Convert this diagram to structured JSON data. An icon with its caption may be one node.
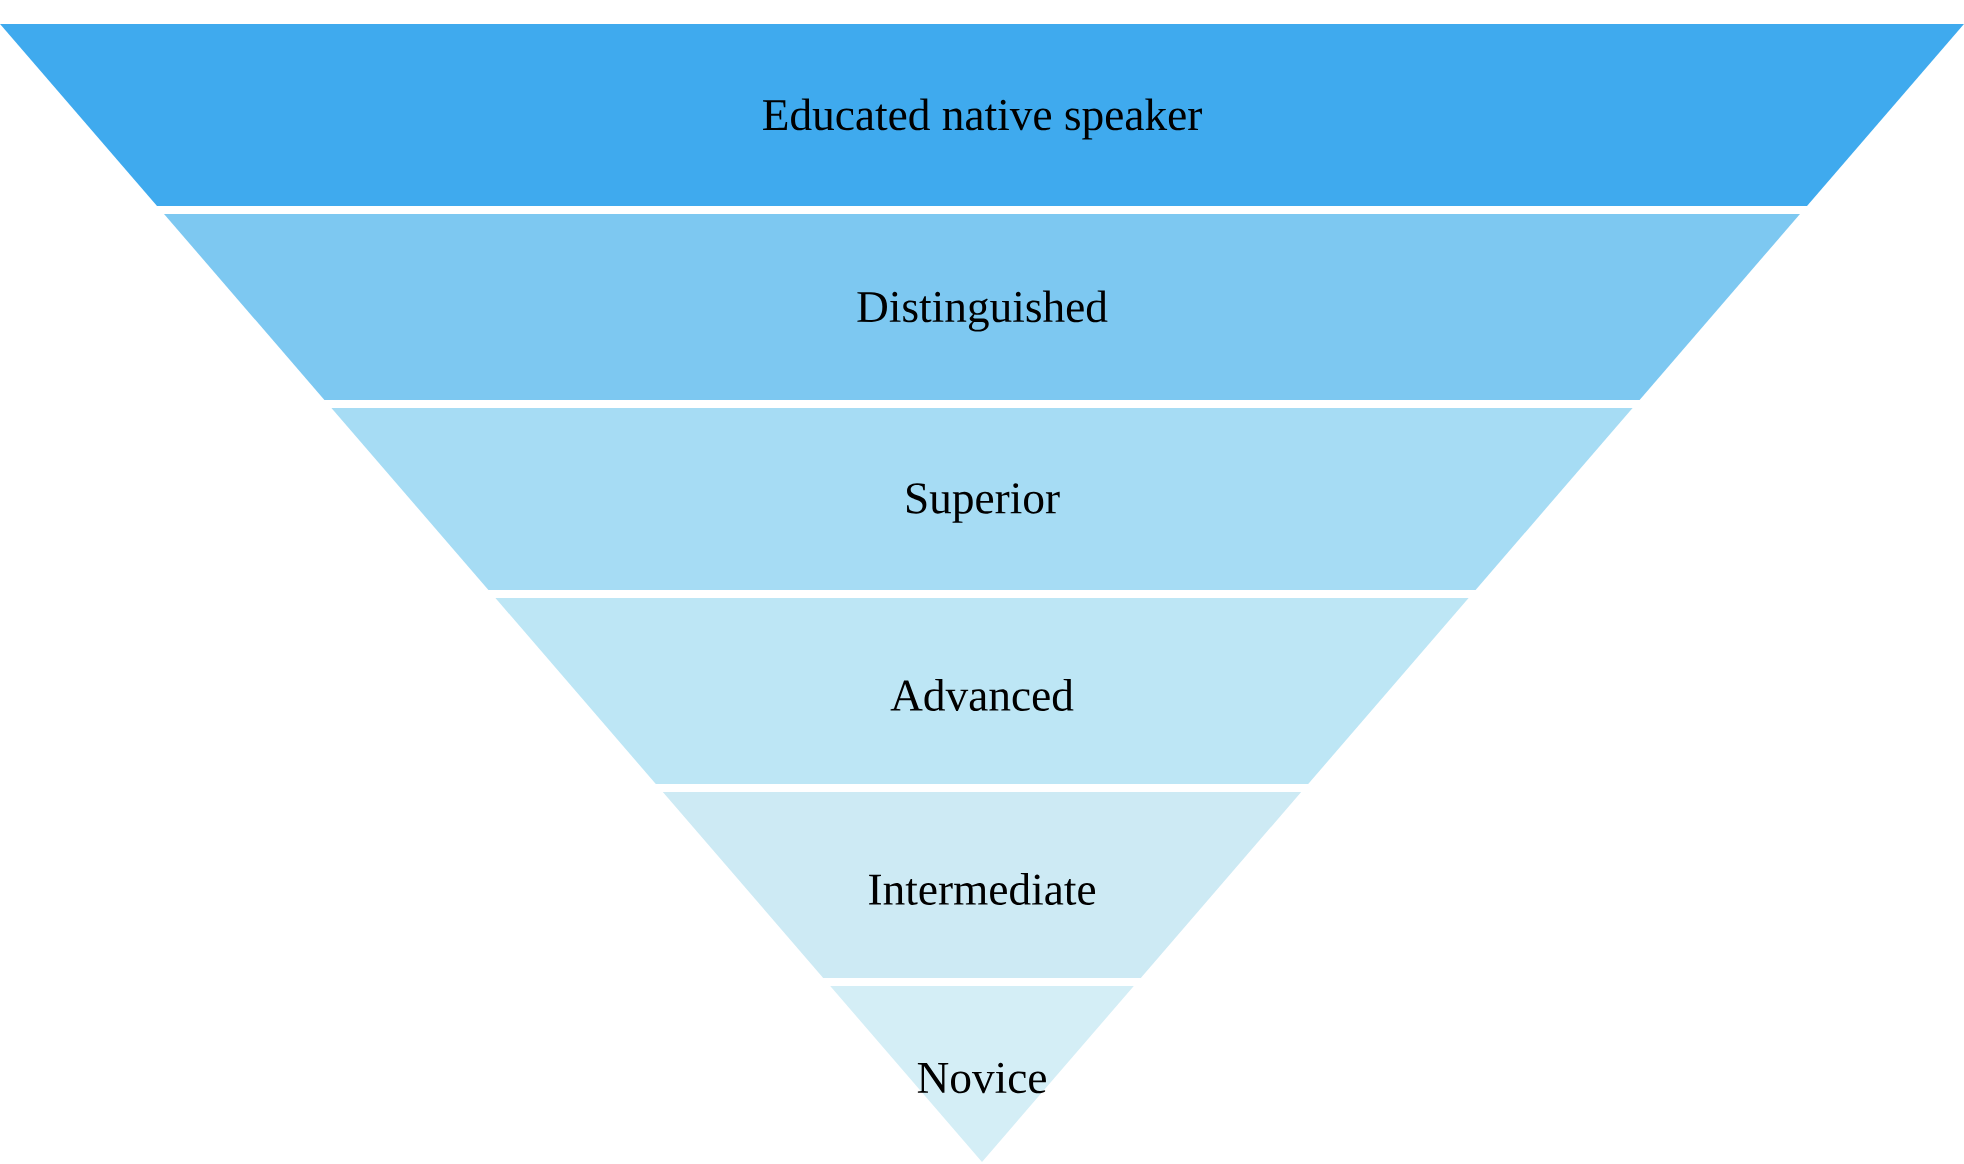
{
  "diagram": {
    "nodes": [
      {
        "text": [
          "Educated native speaker"
        ]
      },
      {
        "text": [
          "Distinguished"
        ]
      },
      {
        "text": [
          "Superior"
        ]
      },
      {
        "text": [
          "Advanced"
        ]
      },
      {
        "text": [
          "Intermediate"
        ]
      },
      {
        "text": [
          "Novice"
        ]
      }
    ]
  }
}
